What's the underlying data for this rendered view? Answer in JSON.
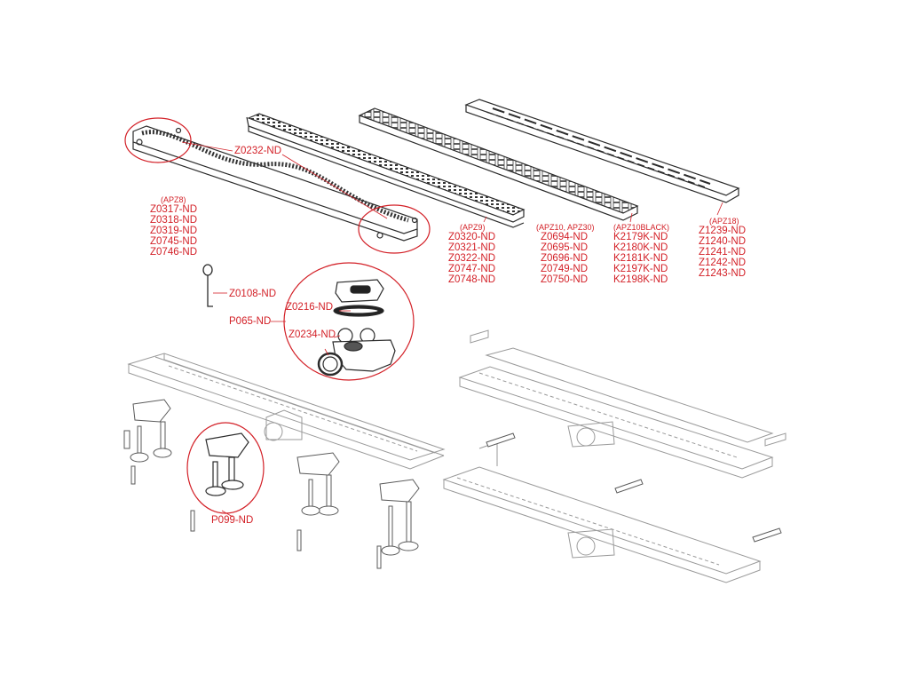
{
  "callouts": {
    "z0232": "Z0232-ND",
    "z0108": "Z0108-ND",
    "p065": "P065-ND",
    "z0216": "Z0216-ND",
    "z0234": "Z0234-ND",
    "p099": "P099-ND"
  },
  "groups": [
    {
      "series": "(APZ8)",
      "codes": [
        "Z0317-ND",
        "Z0318-ND",
        "Z0319-ND",
        "Z0745-ND",
        "Z0746-ND"
      ]
    },
    {
      "series": "(APZ9)",
      "codes": [
        "Z0320-ND",
        "Z0321-ND",
        "Z0322-ND",
        "Z0747-ND",
        "Z0748-ND"
      ]
    },
    {
      "series": "(APZ10, APZ30)",
      "codes": [
        "Z0694-ND",
        "Z0695-ND",
        "Z0696-ND",
        "Z0749-ND",
        "Z0750-ND"
      ]
    },
    {
      "series": "(APZ10BLACK)",
      "codes": [
        "K2179K-ND",
        "K2180K-ND",
        "K2181K-ND",
        "K2197K-ND",
        "K2198K-ND"
      ]
    },
    {
      "series": "(APZ18)",
      "codes": [
        "Z1239-ND",
        "Z1240-ND",
        "Z1241-ND",
        "Z1242-ND",
        "Z1243-ND"
      ]
    }
  ],
  "colors": {
    "callout": "#d32027",
    "line": "#2b2b2b",
    "faint": "#9a9a9a"
  }
}
